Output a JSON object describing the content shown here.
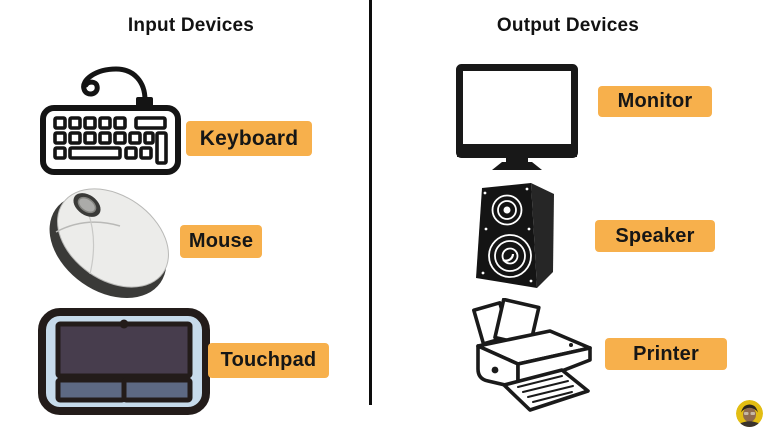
{
  "page": {
    "background": "#ffffff",
    "divider_color": "#0d0d0d",
    "label_bg": "#f7b04c",
    "label_text_color": "#161616"
  },
  "input_section": {
    "title": "Input Devices",
    "items": [
      {
        "label": "Keyboard",
        "icon": "keyboard-icon"
      },
      {
        "label": "Mouse",
        "icon": "mouse-icon"
      },
      {
        "label": "Touchpad",
        "icon": "touchpad-icon"
      }
    ]
  },
  "output_section": {
    "title": "Output Devices",
    "items": [
      {
        "label": "Monitor",
        "icon": "monitor-icon"
      },
      {
        "label": "Speaker",
        "icon": "speaker-icon"
      },
      {
        "label": "Printer",
        "icon": "printer-icon"
      }
    ]
  },
  "avatar": {
    "name": "presenter-avatar",
    "background": "#e2bd13"
  }
}
